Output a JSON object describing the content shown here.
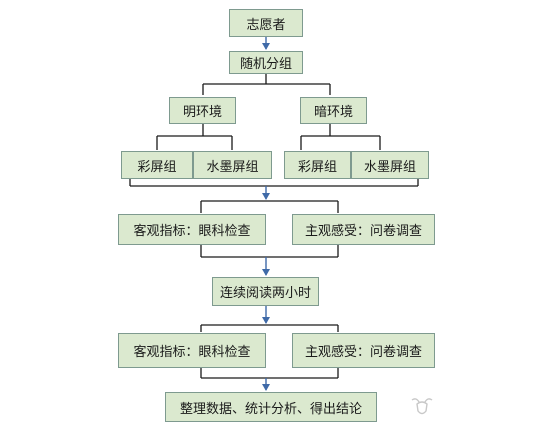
{
  "flow": {
    "volunteers": "志愿者",
    "random_grouping": "随机分组",
    "bright_env": "明环境",
    "dark_env": "暗环境",
    "bright_color": "彩屏组",
    "bright_ink": "水墨屏组",
    "dark_color": "彩屏组",
    "dark_ink": "水墨屏组",
    "objective_1": "客观指标：眼科检查",
    "subjective_1": "主观感受：问卷调查",
    "continuous_reading": "连续阅读两小时",
    "objective_2": "客观指标：眼科检查",
    "subjective_2": "主观感受：问卷调查",
    "conclusion": "整理数据、统计分析、得出结论"
  },
  "colors": {
    "box_fill": "#dbe9cf",
    "box_border": "#7e9a8f",
    "connector": "#1a1a1a",
    "arrow": "#3f6aa8"
  }
}
